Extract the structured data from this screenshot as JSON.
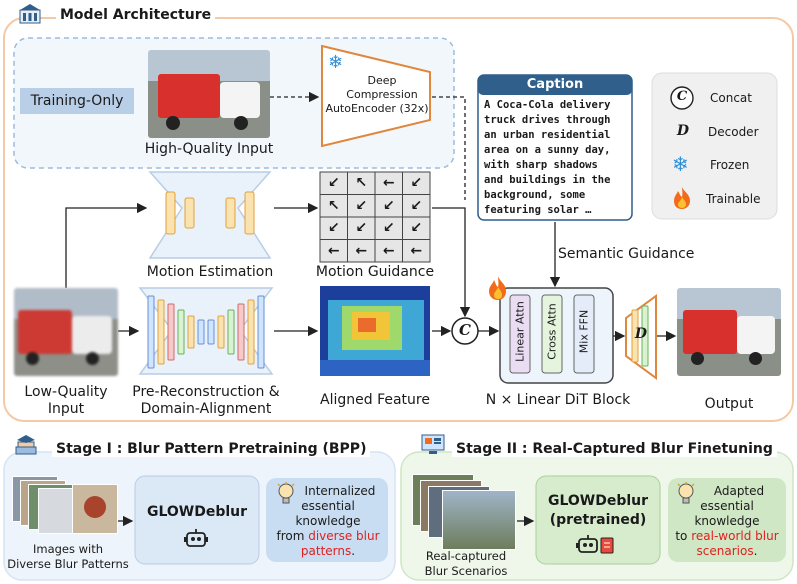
{
  "architecture": {
    "title": "Model Architecture",
    "training_only": "Training-Only",
    "hq_input": "High-Quality Input",
    "vae_lines": [
      "Deep",
      "Compression",
      "AutoEncoder (32x)"
    ],
    "motion_estimation": "Motion Estimation",
    "motion_guidance": "Motion Guidance",
    "lq_input_lines": [
      "Low-Quality",
      "Input"
    ],
    "prerecon_lines": [
      "Pre-Reconstruction &",
      "Domain-Alignment"
    ],
    "aligned_feature": "Aligned Feature",
    "concat_symbol": "C",
    "semantic_guidance": "Semantic Guidance",
    "dit_label": "N × Linear DiT Block",
    "dit_layers": [
      "Linear Attn",
      "Cross Attn",
      "Mix FFN"
    ],
    "decoder_symbol": "D",
    "output": "Output",
    "caption": {
      "title": "Caption",
      "lines": [
        "A Coca-Cola delivery",
        "truck drives through",
        "an urban residential",
        "area on a sunny day,",
        "with sharp shadows",
        "and buildings in the",
        "background, some",
        "featuring solar …"
      ]
    },
    "legend": [
      {
        "symbol": "C",
        "label": "Concat"
      },
      {
        "symbol": "D",
        "label": "Decoder"
      },
      {
        "symbol": "snowflake-icon",
        "label": "Frozen"
      },
      {
        "symbol": "flame-icon",
        "label": "Trainable"
      }
    ],
    "motion_arrows": [
      "↙",
      "↖",
      "←",
      "↙",
      "↖",
      "↙",
      "↙",
      "↙",
      "↙",
      "↙",
      "↙",
      "↙",
      "←",
      "←",
      "←",
      "←"
    ],
    "colors": {
      "outer_border": "#f4c9a6",
      "training_border": "#9bbce0",
      "caption_header": "#2f5f8a",
      "stage1_bg": "#eef4fb",
      "stage2_bg": "#eef7ea"
    }
  },
  "stage1": {
    "title": "Stage I : Blur Pattern Pretraining (BPP)",
    "images_lines": [
      "Images with",
      "Diverse Blur Patterns"
    ],
    "model": "GLOWDeblur",
    "knowledge_lines": [
      "Internalized",
      "essential knowledge",
      "from "
    ],
    "knowledge_highlight_lines": [
      "diverse blur",
      "patterns"
    ],
    "knowledge_end": "."
  },
  "stage2": {
    "title": "Stage II : Real-Captured Blur Finetuning",
    "images_lines": [
      "Real-captured",
      "Blur Scenarios"
    ],
    "model_lines": [
      "GLOWDeblur",
      "(pretrained)"
    ],
    "knowledge_lines": [
      "Adapted",
      "essential knowledge",
      "to "
    ],
    "knowledge_highlight_lines": [
      "real-world blur",
      "scenarios"
    ],
    "knowledge_end": "."
  }
}
